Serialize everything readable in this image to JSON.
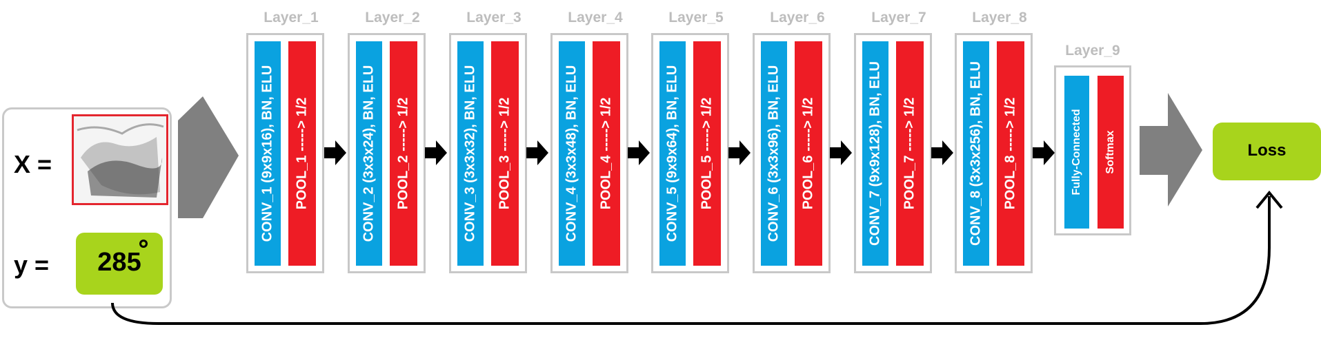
{
  "input": {
    "x_label": "X =",
    "y_label": "y =",
    "y_value": "285"
  },
  "layers": [
    {
      "title": "Layer_1",
      "conv": "CONV_1 (9x9x16), BN, ELU",
      "pool": "POOL_1  -----> 1/2"
    },
    {
      "title": "Layer_2",
      "conv": "CONV_2 (3x3x24), BN, ELU",
      "pool": "POOL_2  -----> 1/2"
    },
    {
      "title": "Layer_3",
      "conv": "CONV_3 (3x3x32), BN, ELU",
      "pool": "POOL_3  -----> 1/2"
    },
    {
      "title": "Layer_4",
      "conv": "CONV_4 (3x3x48), BN, ELU",
      "pool": "POOL_4  -----> 1/2"
    },
    {
      "title": "Layer_5",
      "conv": "CONV_5 (9x9x64), BN, ELU",
      "pool": "POOL_5  -----> 1/2"
    },
    {
      "title": "Layer_6",
      "conv": "CONV_6 (3x3x96), BN, ELU",
      "pool": "POOL_6  -----> 1/2"
    },
    {
      "title": "Layer_7",
      "conv": "CONV_7 (9x9x128), BN, ELU",
      "pool": "POOL_7  -----> 1/2"
    },
    {
      "title": "Layer_8",
      "conv": "CONV_8 (3x3x256), BN, ELU",
      "pool": "POOL_8  -----> 1/2"
    }
  ],
  "final_layer": {
    "title": "Layer_9",
    "fc": "Fully-Connected",
    "softmax": "Softmax"
  },
  "loss": {
    "label": "Loss"
  },
  "colors": {
    "conv": "#0aa2e0",
    "pool": "#ee1c25",
    "green": "#a8d41c",
    "frame": "#c8c8c8",
    "arrow_gray": "#808080"
  },
  "icons": {
    "layer_arrow": "right-arrow-icon",
    "big_arrow": "chevron-arrow-icon",
    "feedback": "curved-arrow-icon"
  }
}
